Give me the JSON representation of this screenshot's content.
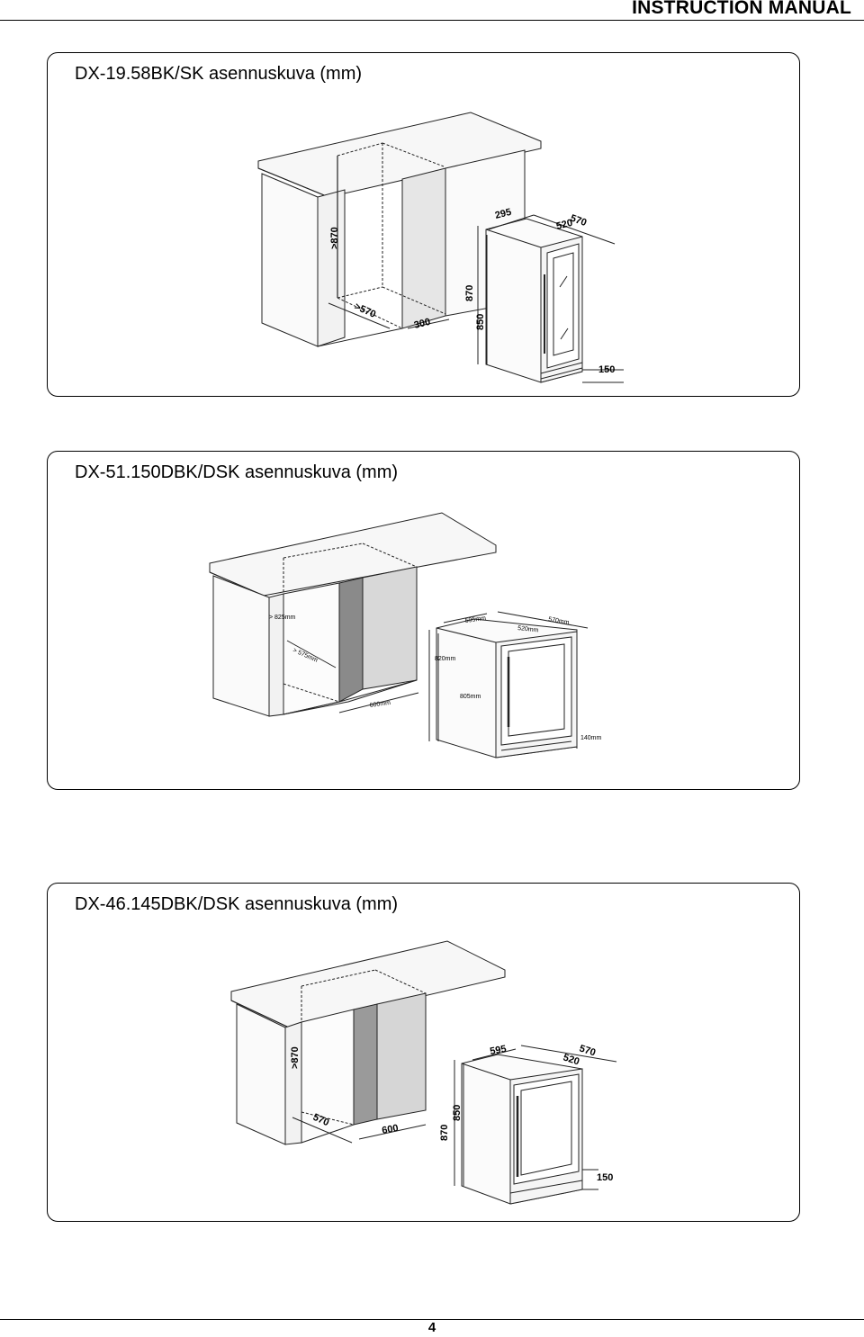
{
  "header": {
    "title": "INSTRUCTION MANUAL"
  },
  "panels": [
    {
      "title": "DX-19.58BK/SK asennuskuva (mm)",
      "dims": {
        "niche_height": ">870",
        "niche_depth": ">570",
        "niche_width": "300",
        "unit_width": "295",
        "unit_depth_outer": "570",
        "unit_depth_inner": "520",
        "unit_height_total": "870",
        "unit_height_body": "850",
        "ventilation": "150"
      }
    },
    {
      "title": "DX-51.150DBK/DSK asennuskuva (mm)",
      "dims": {
        "niche_height": "> 825mm",
        "niche_depth": "> 575mm",
        "niche_width": "600mm",
        "unit_width": "595mm",
        "unit_depth_outer": "570mm",
        "unit_depth_inner": "520mm",
        "unit_height_total": "820mm",
        "unit_height_body": "805mm",
        "ventilation": "140mm"
      }
    },
    {
      "title": "DX-46.145DBK/DSK asennuskuva (mm)",
      "dims": {
        "niche_height": ">870",
        "niche_depth": "570",
        "niche_width": "600",
        "unit_width": "595",
        "unit_depth_outer": "570",
        "unit_depth_inner": "520",
        "unit_height_total": "870",
        "unit_height_body": "850",
        "ventilation": "150"
      }
    }
  ],
  "footer": {
    "page_number": "4"
  }
}
